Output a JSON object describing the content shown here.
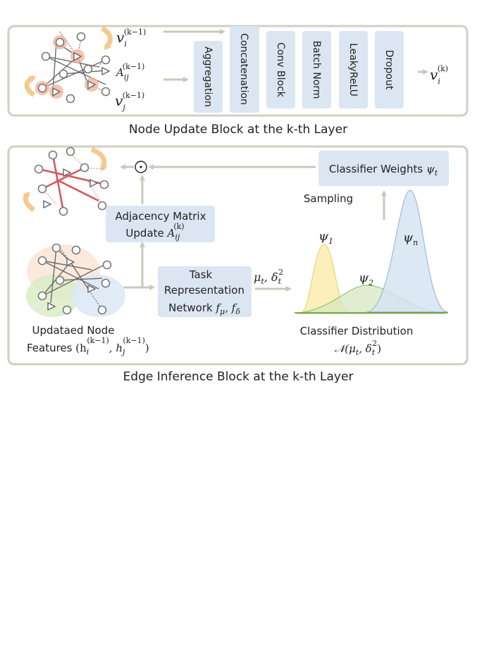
{
  "colors": {
    "block_fill": "#dbe6f2",
    "panel_border": "#cfcfc3",
    "arrow": "#c8c8bc",
    "highlight_node": "#f2a98a",
    "curve_arrow": "#f6c98f",
    "red_edge": "#d45a5a",
    "psi1_fill": "#fbeeb0",
    "psi2_fill": "#d7e8c2",
    "psin_fill": "#d6e4f3"
  },
  "top_panel": {
    "caption": "Node Update Block at the k-th Layer",
    "vi_label": "v",
    "vi_sub": "i",
    "vi_sup": "(k−1)",
    "a_label": "A",
    "a_sub": "ij",
    "a_sup": "(k−1)",
    "vj_label": "v",
    "vj_sub": "j",
    "vj_sup": "(k−1)",
    "out_label": "v",
    "out_sub": "i",
    "out_sup": "(k)",
    "blocks": [
      "Aggregation",
      "Concatenation",
      "Conv Block",
      "Batch Norm",
      "LeakyReLU",
      "Dropout"
    ]
  },
  "bottom_panel": {
    "caption": "Edge Inference Block at the k-th Layer",
    "odot": "⊙",
    "classifier_weights": "Classifier Weights",
    "psi_t": "ψ",
    "psi_t_sub": "t",
    "sampling": "Sampling",
    "adjacency_line1": "Adjacency Matrix",
    "adjacency_line2": "Update",
    "adj_sym": "A",
    "adj_sub": "ij",
    "adj_sup": "(k)",
    "task_line1": "Task",
    "task_line2": "Representation",
    "task_line3": "Network",
    "f_mu": "f",
    "f_mu_sub": "μ",
    "f_delta": "f",
    "f_delta_sub": "δ",
    "mu_delta": "μ",
    "mu_sub": "t",
    "delta_sym": "δ",
    "delta_sub": "t",
    "delta_sup": "2",
    "psi1": "ψ",
    "psi1_sub": "1",
    "psi2": "ψ",
    "psi2_sub": "2",
    "psin": "ψ",
    "psin_sub": "n",
    "classifier_distribution": "Classifier Distribution",
    "normal": "𝒩(μ",
    "normal_sub": "t",
    "normal_mid": ", δ",
    "normal_sub2": "t",
    "normal_sup": "2",
    "normal_end": ")",
    "updated_line1": "Updataed Node",
    "updated_line2": "Features",
    "h_open": "(h",
    "h_i_sub": "i",
    "h_i_sup": "(k−1)",
    "h_comma": ", h",
    "h_j_sub": "j",
    "h_j_sup": "(k−1)",
    "h_close": ")"
  }
}
